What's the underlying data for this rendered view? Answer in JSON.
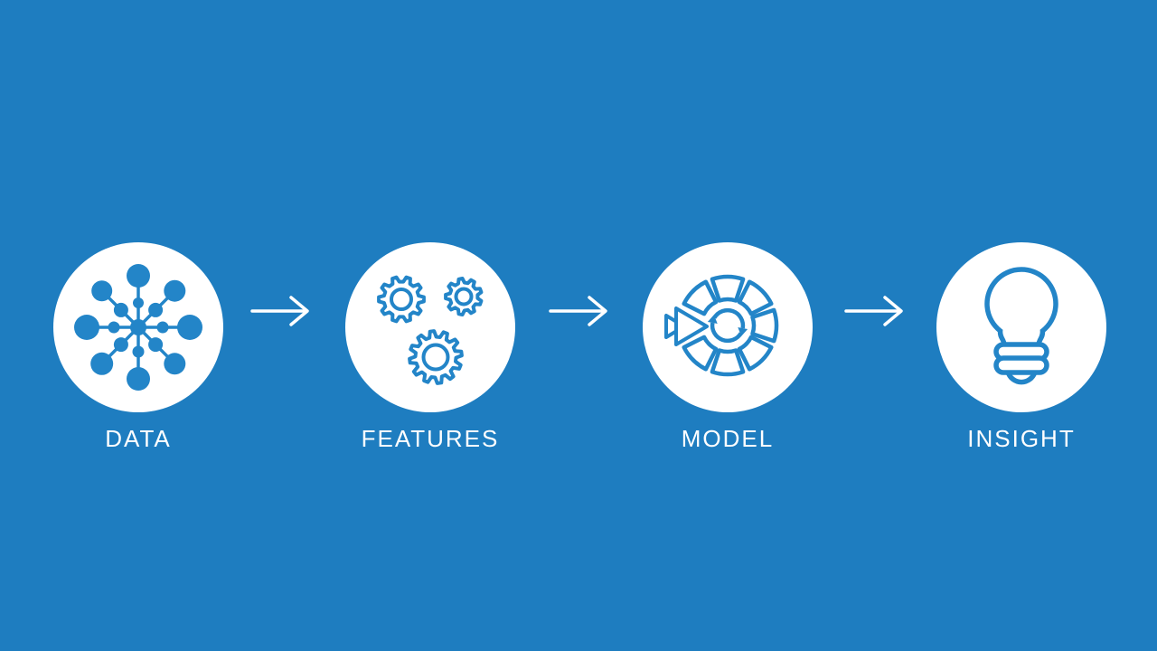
{
  "diagram": {
    "type": "process-flow",
    "steps": [
      {
        "label": "DATA",
        "icon": "network-hub-icon"
      },
      {
        "label": "FEATURES",
        "icon": "gears-icon"
      },
      {
        "label": "MODEL",
        "icon": "model-cycle-icon"
      },
      {
        "label": "INSIGHT",
        "icon": "lightbulb-icon"
      }
    ],
    "connector": {
      "icon": "flow-arrow-icon",
      "count": 3
    }
  },
  "colors": {
    "background": "#1E7DC0",
    "accent": "#2385C8",
    "circle_fill": "#FFFFFF",
    "label_text": "#FFFFFF",
    "arrow": "#FFFFFF"
  }
}
